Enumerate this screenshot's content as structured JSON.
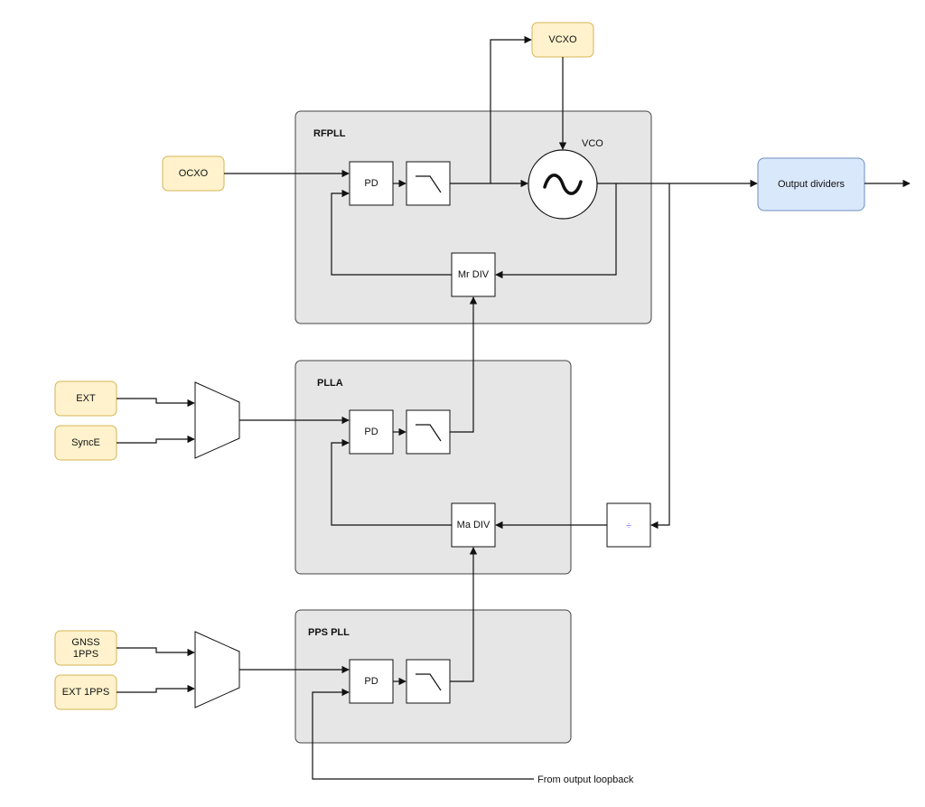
{
  "blocks": {
    "rfpll": {
      "title": "RFPLL",
      "pd": "PD",
      "div": "Mr DIV",
      "vco": "VCO"
    },
    "plla": {
      "title": "PLLA",
      "pd": "PD",
      "div": "Ma DIV"
    },
    "pps": {
      "title": "PPS PLL",
      "pd": "PD"
    }
  },
  "sources": {
    "ocxo": "OCXO",
    "vcxo": "VCXO",
    "ext": "EXT",
    "synce": "SyncE",
    "gnss_line1": "GNSS",
    "gnss_line2": "1PPS",
    "ext1pps": "EXT 1PPS"
  },
  "output": {
    "label": "Output dividers"
  },
  "divider": {
    "symbol": "÷"
  },
  "loopback": {
    "label": "From output loopback"
  },
  "colors": {
    "source_fill": "#fff2cc",
    "source_stroke": "#d6b656",
    "output_fill": "#dae8fc",
    "output_stroke": "#6c8ebf",
    "block_fill": "#e6e6e6",
    "divider_symbol": "#7b68ee"
  }
}
